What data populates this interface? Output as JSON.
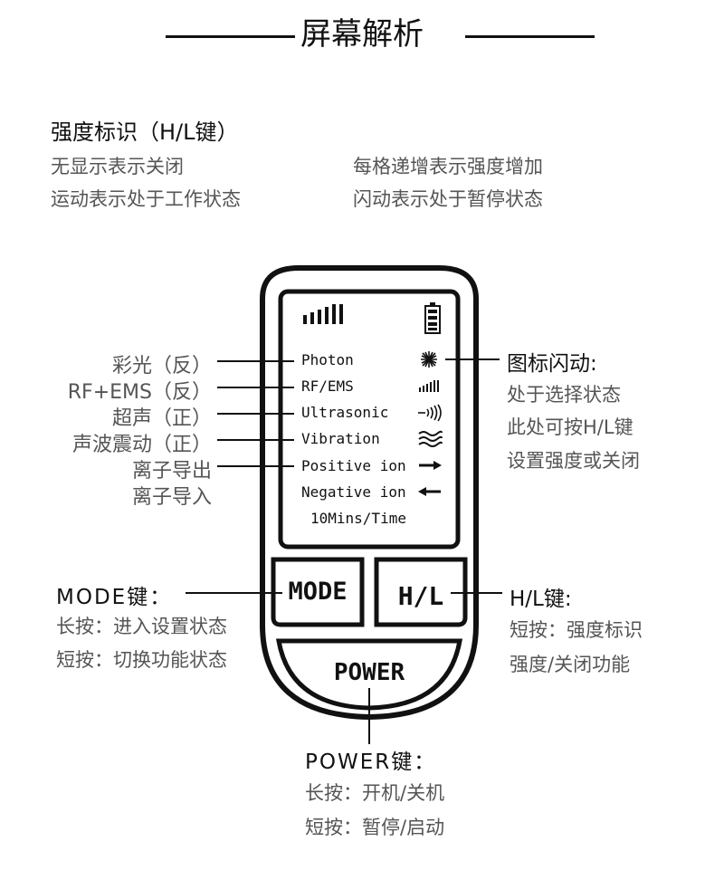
{
  "page_title": "屏幕解析",
  "intensity": {
    "title": "强度标识（H/L键）",
    "lines": [
      "无显示表示关闭",
      "运动表示处于工作状态",
      "每格递增表示强度增加",
      "闪动表示处于暂停状态"
    ]
  },
  "left_labels": [
    "彩光（反）",
    "RF+EMS（反）",
    "超声（正）",
    "声波震动（正）",
    "离子导出",
    "离子导入"
  ],
  "screen": {
    "rows": [
      "Photon",
      "RF/EMS",
      "Ultrasonic",
      "Vibration",
      "Positive ion",
      "Negative ion",
      "10Mins/Time"
    ]
  },
  "icon_note": {
    "title": "图标闪动:",
    "lines": [
      "处于选择状态",
      "此处可按H/L键",
      "设置强度或关闭"
    ]
  },
  "buttons": {
    "mode": "MODE",
    "hl": "H/L",
    "power": "POWER"
  },
  "mode_key": {
    "title": "MODE键：",
    "lines": [
      "长按：进入设置状态",
      "短按：切换功能状态"
    ]
  },
  "hl_key": {
    "title": "H/L键:",
    "lines": [
      "短按：强度标识",
      "强度/关闭功能"
    ]
  },
  "power_key": {
    "title": "POWER键：",
    "lines": [
      "长按：开机/关机",
      "短按：暂停/启动"
    ]
  },
  "icons": [
    "signal-bars-icon",
    "battery-icon",
    "photon-starburst-icon",
    "rf-ems-bars-icon",
    "ultrasonic-waves-icon",
    "vibration-waves-icon",
    "arrow-right-icon",
    "arrow-left-icon"
  ]
}
